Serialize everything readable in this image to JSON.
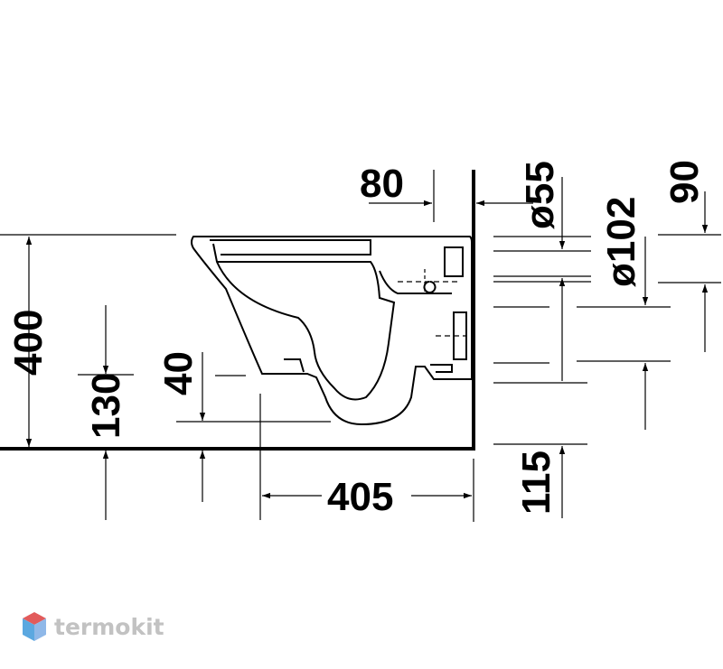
{
  "dimensions": {
    "width_80": "80",
    "dia_55": "ø55",
    "dia_102": "ø102",
    "dim_90": "90",
    "height_400": "400",
    "height_130": "130",
    "height_40": "40",
    "depth_405": "405",
    "height_115": "115"
  },
  "watermark": {
    "text": "termokit",
    "colors": {
      "top": "#e25b5b",
      "left": "#5ba8e0",
      "right": "#8fb8e8"
    }
  }
}
